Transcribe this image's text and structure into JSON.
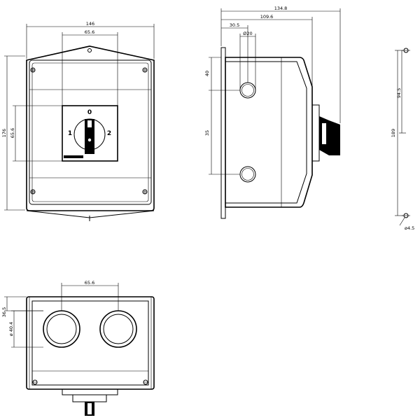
{
  "front_view": {
    "width_label": "146",
    "knob_width_label": "65.6",
    "height_label": "176",
    "knob_height_label": "65.6",
    "positions": {
      "zero": "0",
      "one": "1",
      "two": "2"
    }
  },
  "side_view": {
    "depth_label": "134.8",
    "body_depth_label": "109.6",
    "hole_offset_label": "30.5",
    "hole_diameter_label": "Ø20",
    "top_offset_label": "40",
    "hole_pitch_label": "35"
  },
  "mounting_view": {
    "pitch_label": "94.5",
    "height_label": "189",
    "hole_label": "ø4.5"
  },
  "bottom_view": {
    "pitch_label": "65.6",
    "offset_label": "36.5",
    "diameter_label": "ø 40.4"
  }
}
